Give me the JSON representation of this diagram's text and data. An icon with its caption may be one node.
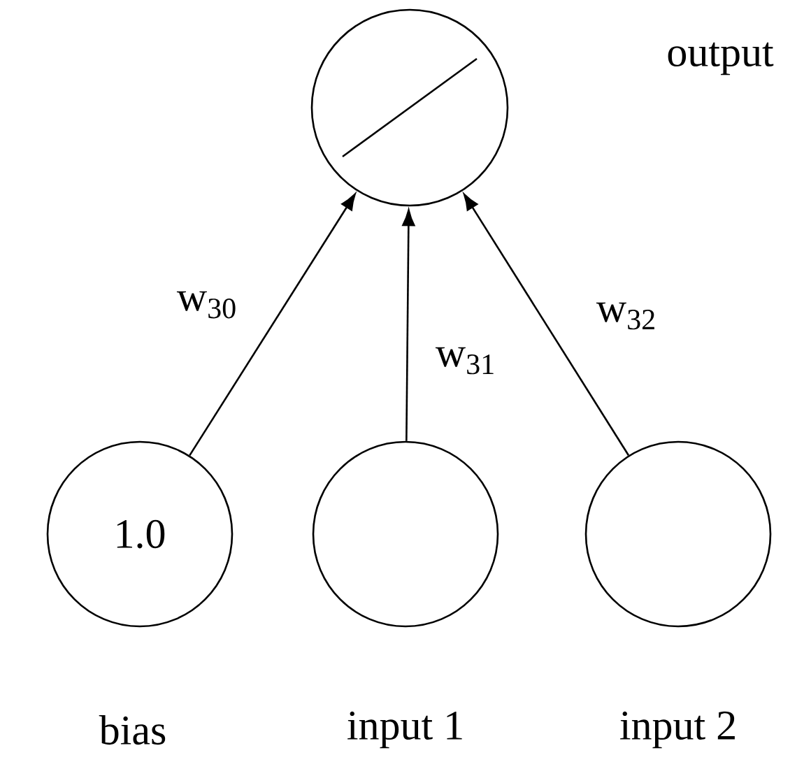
{
  "diagram": {
    "nodes": [
      {
        "text": [],
        "shape": "circle",
        "beside": [
          "output"
        ]
      },
      {
        "text": [
          "1.0"
        ],
        "beside": [
          "bias"
        ]
      },
      {
        "text": [],
        "shape": "circle",
        "beside": [
          "input 1"
        ]
      },
      {
        "text": [],
        "shape": "circle",
        "beside": [
          "input 2"
        ]
      }
    ],
    "edges": [
      {
        "from": 1,
        "to": 0,
        "arrow": "to",
        "label": "w$_{30}$"
      },
      {
        "from": 2,
        "to": 0,
        "arrow": "to",
        "label": "w$_{31}$"
      },
      {
        "from": 3,
        "to": 0,
        "arrow": "to",
        "label": "w$_{32}$"
      }
    ]
  }
}
